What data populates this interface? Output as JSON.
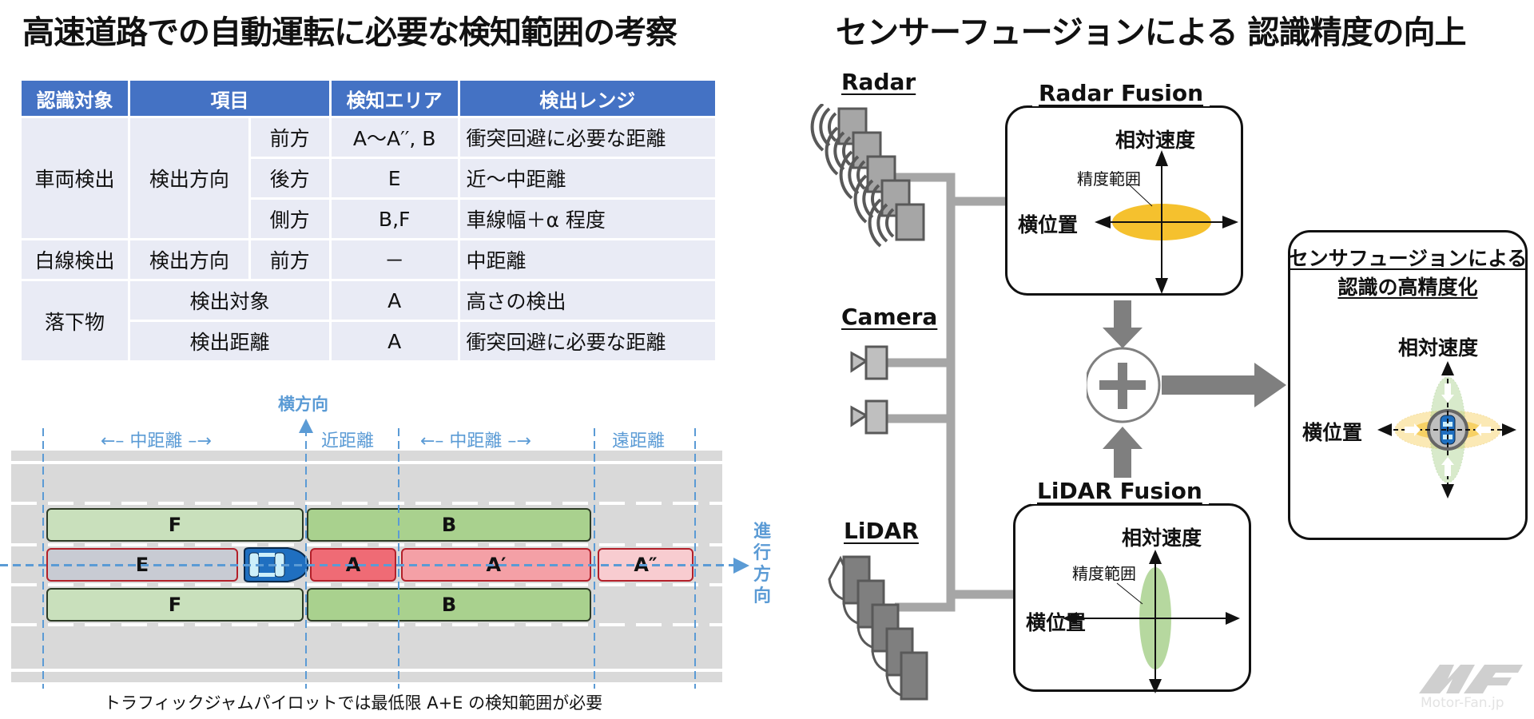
{
  "left": {
    "title": "高速道路での自動運転に必要な検知範囲の考察",
    "table": {
      "headers": [
        "認識対象",
        "項目",
        "検知エリア",
        "検出レンジ"
      ],
      "rows": [
        {
          "target": "車両検出",
          "item": "検出方向",
          "sub": "前方",
          "area": "A～A′′, B",
          "range": "衝突回避に必要な距離"
        },
        {
          "sub": "後方",
          "area": "E",
          "range": "近～中距離"
        },
        {
          "sub": "側方",
          "area": "B,F",
          "range": "車線幅＋α  程度"
        },
        {
          "target": "白線検出",
          "item": "検出方向",
          "sub": "前方",
          "area": "－",
          "range": "中距離"
        },
        {
          "target": "落下物",
          "item": "検出対象",
          "area": "A",
          "range": "高さの検出"
        },
        {
          "item": "検出距離",
          "area": "A",
          "range": "衝突回避に必要な距離"
        }
      ]
    },
    "road": {
      "lateral_label": "横方向",
      "distance_labels": [
        "←– 中距離 –→",
        "近距離",
        "←– 中距離 –→",
        "遠距離"
      ],
      "travel_label": [
        "進",
        "行",
        "方",
        "向"
      ],
      "zones": {
        "F_top": "F",
        "B_top": "B",
        "E": "E",
        "A": "A",
        "A1": "A′",
        "A2": "A″",
        "F_bottom": "F",
        "B_bottom": "B"
      },
      "caption": "トラフィックジャムパイロットでは最低限 A+E の検知範囲が必要"
    }
  },
  "right": {
    "title": "センサーフュージョンによる 認識精度の向上",
    "sensors": {
      "radar": "Radar",
      "camera": "Camera",
      "lidar": "LiDAR"
    },
    "radar_fusion": {
      "title": "Radar Fusion",
      "y_axis": "相対速度",
      "x_axis": "横位置",
      "note": "精度範囲"
    },
    "lidar_fusion": {
      "title": "LiDAR Fusion",
      "y_axis": "相対速度",
      "x_axis": "横位置",
      "note": "精度範囲"
    },
    "result": {
      "title_line1": "センサフュージョンによる",
      "title_line2": "認識の高精度化",
      "y_axis": "相対速度",
      "x_axis": "横位置"
    },
    "watermark": "Motor-Fan.jp"
  },
  "colors": {
    "header_blue": "#4472c4",
    "cell_bg": "#e9ebf5",
    "accent_blue": "#5b9bd5",
    "green_light": "#c9e0bc",
    "green": "#a9d18e",
    "red_a": "#ef6b75",
    "red_a1": "#f4a0a6",
    "red_a2": "#f8ccd0",
    "yellow": "#f5c12e",
    "car_blue": "#1f6fc0"
  }
}
